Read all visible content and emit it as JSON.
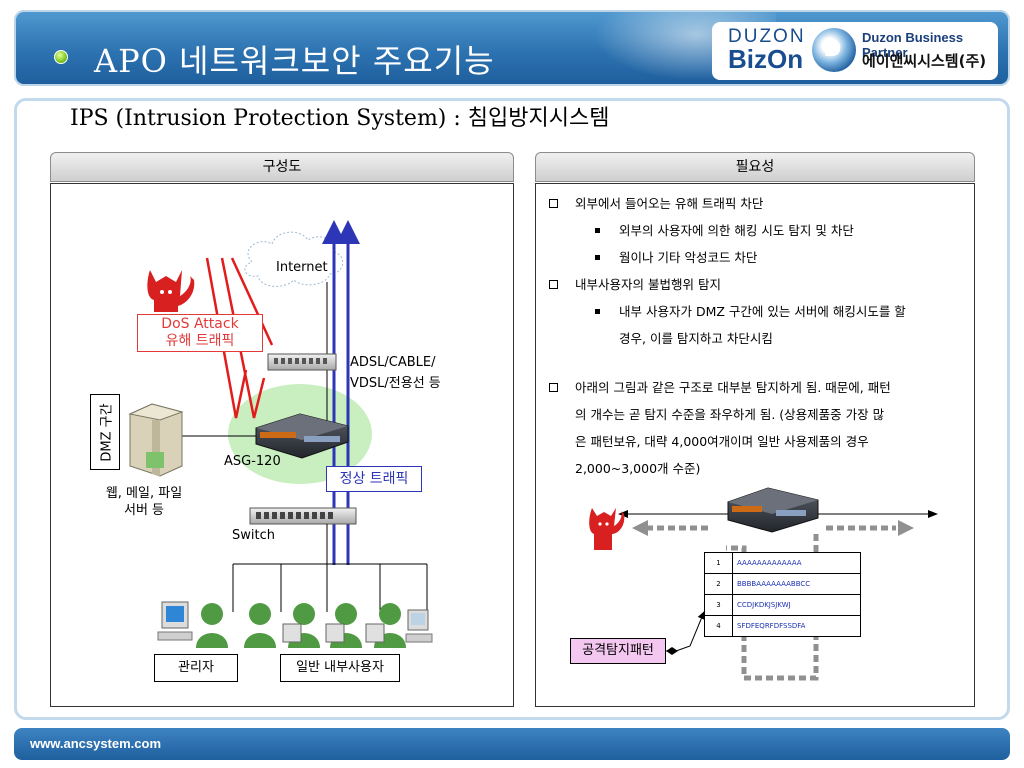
{
  "header": {
    "title": "APO 네트워크보안 주요기능",
    "logo": {
      "brand_top": "DUZON",
      "brand_bottom": "BizOn",
      "partner": "Duzon Business Partner",
      "company": "에이앤씨시스템(주)"
    }
  },
  "subtitle": "IPS (Intrusion Protection System) : 침입방지시스템",
  "left_panel": {
    "tab": "구성도",
    "labels": {
      "internet": "Internet",
      "dos_attack": "DoS Attack",
      "harmful_traffic": "유해 트래픽",
      "adsl_line1": "ADSL/CABLE/",
      "adsl_line2": "VDSL/전용선 등",
      "dmz": "DMZ 구간",
      "asg": "ASG-120",
      "normal_traffic": "정상 트래픽",
      "server_line1": "웹, 메일, 파일",
      "server_line2": "서버 등",
      "switch": "Switch",
      "admin": "관리자",
      "users": "일반 내부사용자"
    }
  },
  "right_panel": {
    "tab": "필요성",
    "items": [
      {
        "text": "외부에서 들어오는 유해 트래픽 차단"
      },
      {
        "sub": "외부의 사용자에 의한 해킹 시도 탐지 및 차단"
      },
      {
        "sub": "웜이나 기타 악성코드 차단"
      },
      {
        "text": "내부사용자의 불법행위 탐지"
      },
      {
        "sub": "내부 사용자가 DMZ 구간에 있는 서버에 해킹시도를 할"
      },
      {
        "sub": "경우, 이를 탐지하고 차단시킴"
      },
      {
        "text": "아래의 그림과 같은 구조로 대부분 탐지하게 됨. 때문에, 패턴"
      },
      {
        "cont": "의 개수는 곧 탐지 수준을 좌우하게 됨. (상용제품중 가장 많"
      },
      {
        "cont": "은 패턴보유, 대략 4,000여개이며 일반 사용제품의 경우"
      },
      {
        "cont": "2,000~3,000개 수준)"
      }
    ],
    "pattern_table": [
      {
        "n": "1",
        "v": "AAAAAAAAAAAAA"
      },
      {
        "n": "2",
        "v": "BBBBAAAAAAABBCC"
      },
      {
        "n": "3",
        "v": "CCDJKDKJSJKWJ"
      },
      {
        "n": "4",
        "v": "SFDFEQRFDFSSDFA"
      }
    ],
    "pattern_label": "공격탐지패턴"
  },
  "footer": {
    "url": "www.ancsystem.com"
  }
}
